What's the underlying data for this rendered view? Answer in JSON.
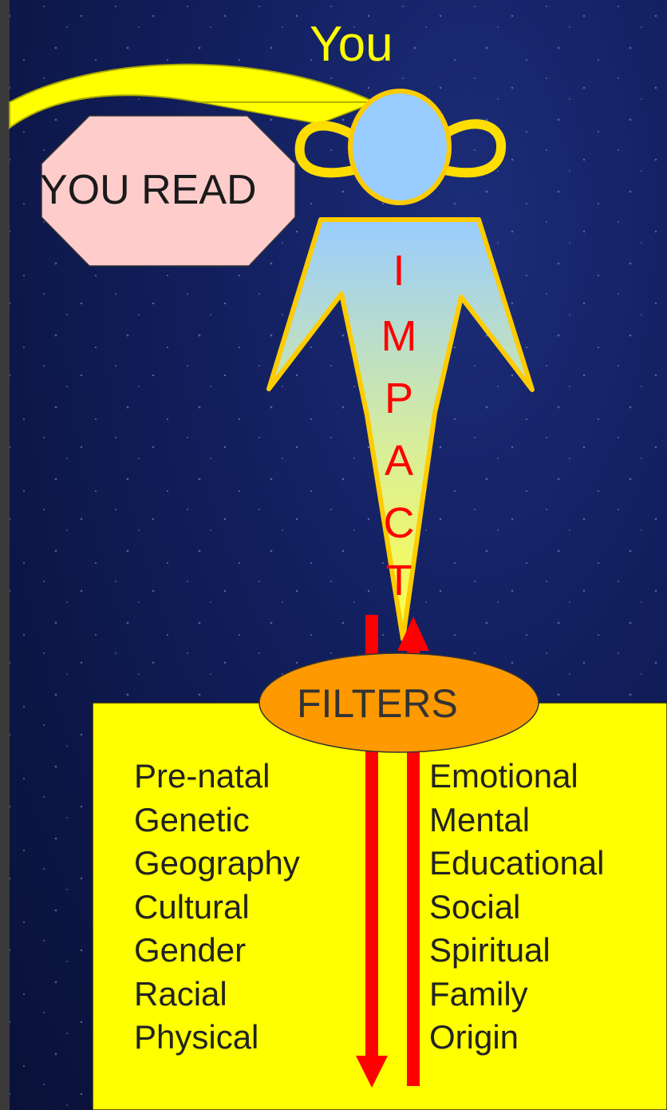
{
  "title": "You",
  "reading_label": "YOU READ",
  "impact_letters": [
    "I",
    "M",
    "P",
    "A",
    "C",
    "T"
  ],
  "filters_label": "FILTERS",
  "filters_left": [
    "Pre-natal",
    "Genetic",
    "Geography",
    "Cultural",
    "Gender",
    "Racial",
    "Physical"
  ],
  "filters_right": [
    "Emotional",
    "Mental",
    "Educational",
    "Social",
    "Spiritual",
    "Family",
    "Origin"
  ],
  "colors": {
    "background": "#13206a",
    "title": "#ffff00",
    "impact": "#ff0000",
    "filters_box": "#ffff00",
    "filters_oval": "#ff9900",
    "read_box": "#ffcccc",
    "arrows": "#ff0000",
    "head": "#99ccff",
    "outline": "#ffcc00"
  }
}
